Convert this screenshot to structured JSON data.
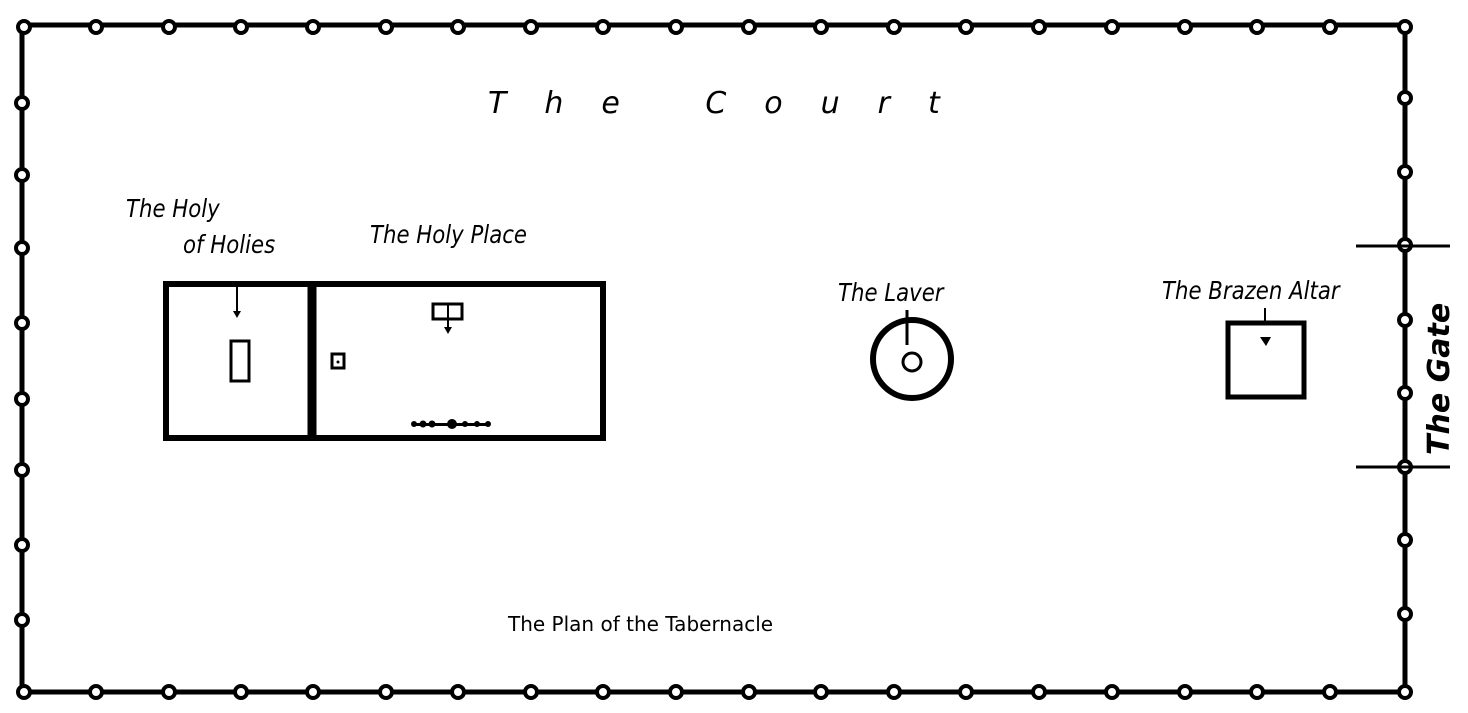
{
  "labels": {
    "court": "The Court",
    "holy_of_holies_line1": "The Holy",
    "holy_of_holies_line2": "of Holies",
    "holy_place": "The Holy Place",
    "laver": "The Laver",
    "brazen_altar": "The Brazen Altar",
    "gate": "The Gate"
  },
  "caption": "The Plan of the Tabernacle",
  "colors": {
    "ink": "#000000",
    "paper": "#ffffff"
  }
}
